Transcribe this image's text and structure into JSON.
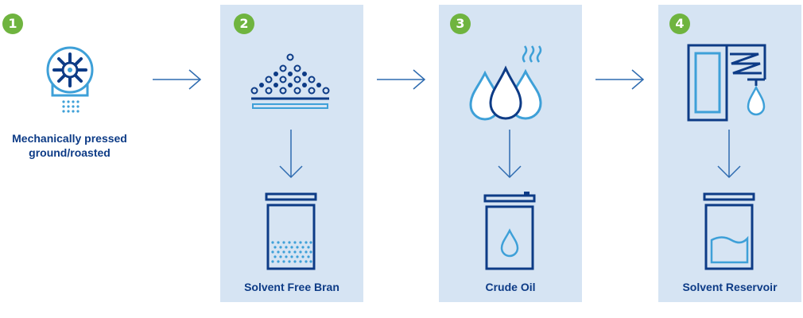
{
  "steps": [
    {
      "number": "1",
      "label": "Mechanically pressed ground/roasted"
    },
    {
      "number": "2",
      "label": "Solvent Free Bran"
    },
    {
      "number": "3",
      "label": "Crude Oil"
    },
    {
      "number": "4",
      "label": "Solvent Reservoir"
    }
  ],
  "colors": {
    "panel": "#d6e4f3",
    "badge": "#6fb43f",
    "dark_blue": "#0d3b86",
    "light_blue": "#3ea0d8",
    "arrow": "#2e6bb0"
  }
}
